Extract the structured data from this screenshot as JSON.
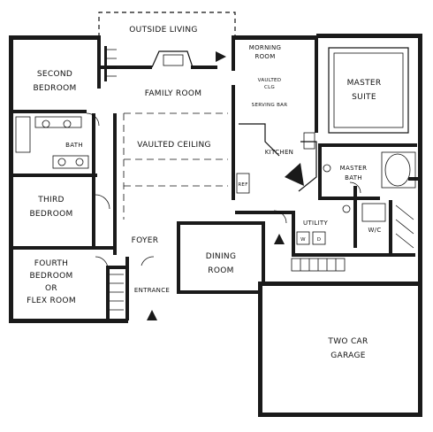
{
  "rooms": {
    "outside_living": "OUTSIDE LIVING",
    "second_bedroom": [
      "SECOND",
      "BEDROOM"
    ],
    "family_room": "FAMILY ROOM",
    "morning_room": [
      "MORNING",
      "ROOM"
    ],
    "vaulted_clg_small": [
      "VAULTED",
      "CLG"
    ],
    "serving_bar": "SERVING BAR",
    "master_suite": [
      "MASTER",
      "SUITE"
    ],
    "bath": "BATH",
    "vaulted_ceiling": "VAULTED CEILING",
    "kitchen": "KITCHEN",
    "master_bath": [
      "MASTER",
      "BATH"
    ],
    "third_bedroom": [
      "THIRD",
      "BEDROOM"
    ],
    "utility": "UTILITY",
    "wic": "W/C",
    "foyer": "FOYER",
    "dining_room": [
      "DINING",
      "ROOM"
    ],
    "fourth_bedroom": [
      "FOURTH",
      "BEDROOM",
      "OR",
      "FLEX ROOM"
    ],
    "entrance": "ENTRANCE",
    "garage": [
      "TWO CAR",
      "GARAGE"
    ]
  },
  "fixtures": {
    "refrigerator": "REF",
    "washer": "W",
    "dryer": "D"
  }
}
